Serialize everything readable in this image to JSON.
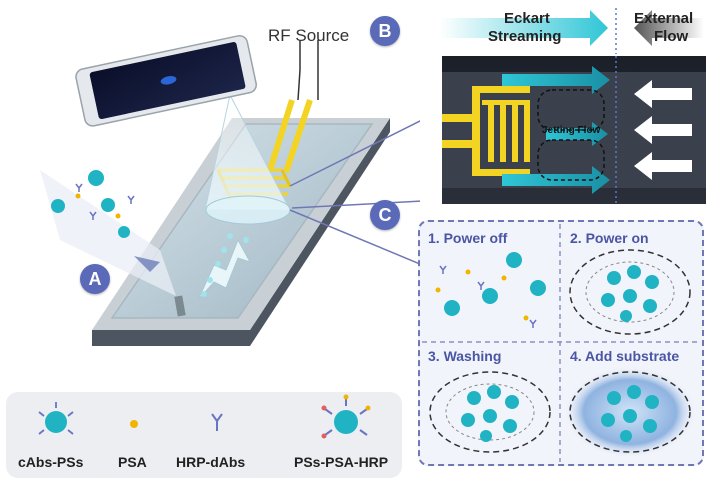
{
  "labels": {
    "rf_source": "RF Source",
    "panel_a": "A",
    "panel_b": "B",
    "panel_c": "C"
  },
  "panel_b": {
    "eckart_line1": "Eckart",
    "eckart_line2": "Streaming",
    "external_line1": "External",
    "external_line2": "Flow",
    "jetting_flow": "Jetting Flow"
  },
  "panel_c": {
    "step1": "1. Power off",
    "step2": "2. Power on",
    "step3": "3. Washing",
    "step4": "4. Add substrate"
  },
  "legend": {
    "item1": "cAbs-PSs",
    "item2": "PSA",
    "item3": "HRP-dAbs",
    "item4": "PSs-PSA-HRP"
  },
  "colors": {
    "label_circle": "#5a6ab8",
    "cyan_arrow": "#2fc6d6",
    "electrode": "#f4d423",
    "bead": "#1fb3c4",
    "psa_dot": "#f1b400",
    "antibody": "#6a74c4"
  }
}
